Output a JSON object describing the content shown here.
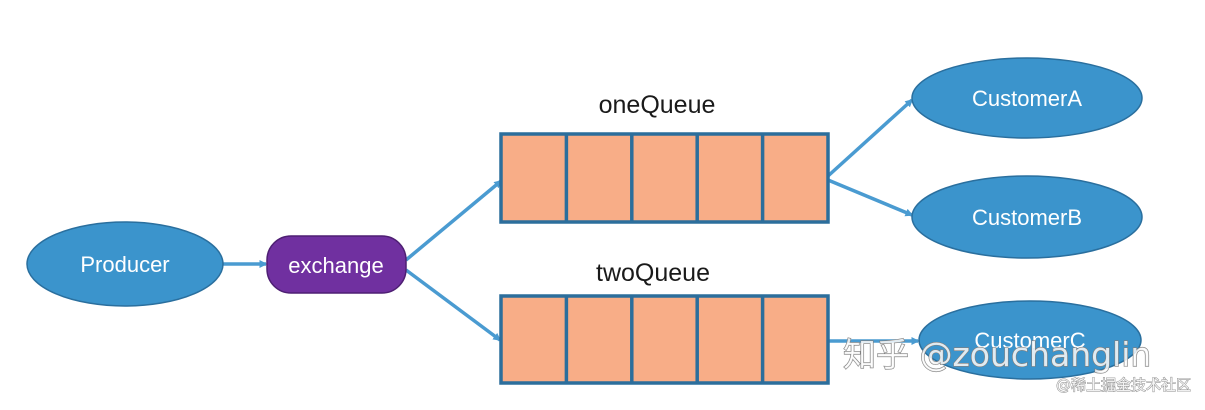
{
  "nodes": {
    "producer": "Producer",
    "exchange": "exchange",
    "customer_a": "CustomerA",
    "customer_b": "CustomerB",
    "customer_c": "CustomerC"
  },
  "queues": {
    "one": "oneQueue",
    "two": "twoQueue"
  },
  "watermarks": {
    "zhihu": "知乎 @zouchanglin",
    "juejin": "@稀土掘金技术社区"
  },
  "colors": {
    "node_fill": "#3b94cc",
    "exchange_fill": "#7030a0",
    "queue_cell_fill": "#f8ad87",
    "queue_border": "#2c6e9c",
    "arrow": "#4a9bd1"
  }
}
